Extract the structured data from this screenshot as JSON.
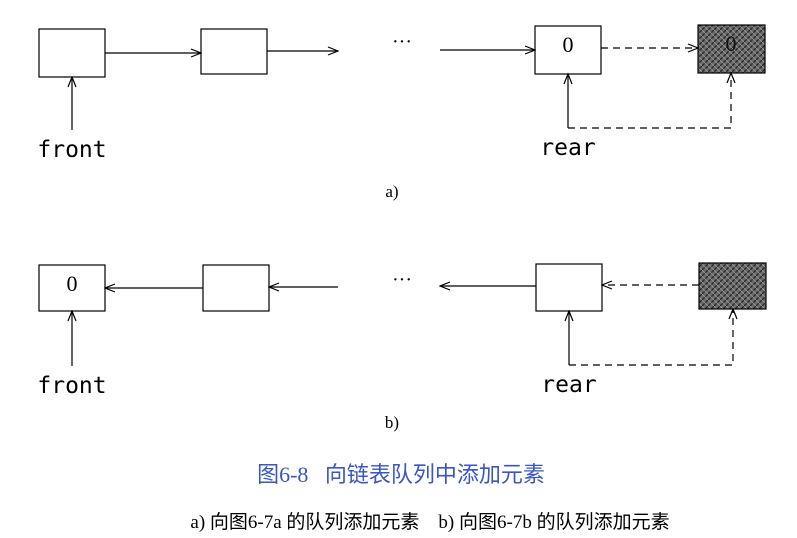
{
  "diagram_a": {
    "node_values": [
      "",
      "",
      "0",
      "0"
    ],
    "ellipsis": "···",
    "front_label": "front",
    "rear_label": "rear",
    "caption": "a)"
  },
  "diagram_b": {
    "node_values": [
      "0",
      "",
      "",
      ""
    ],
    "ellipsis": "···",
    "front_label": "front",
    "rear_label": "rear",
    "caption": "b)"
  },
  "figure": {
    "title": "图6-8   向链表队列中添加元素",
    "subcaption": "a) 向图6-7a 的队列添加元素    b) 向图6-7b 的队列添加元素"
  },
  "colors": {
    "stroke": "#000000",
    "title": "#3a55c6",
    "new_node_fill": "#6a6a6a"
  }
}
